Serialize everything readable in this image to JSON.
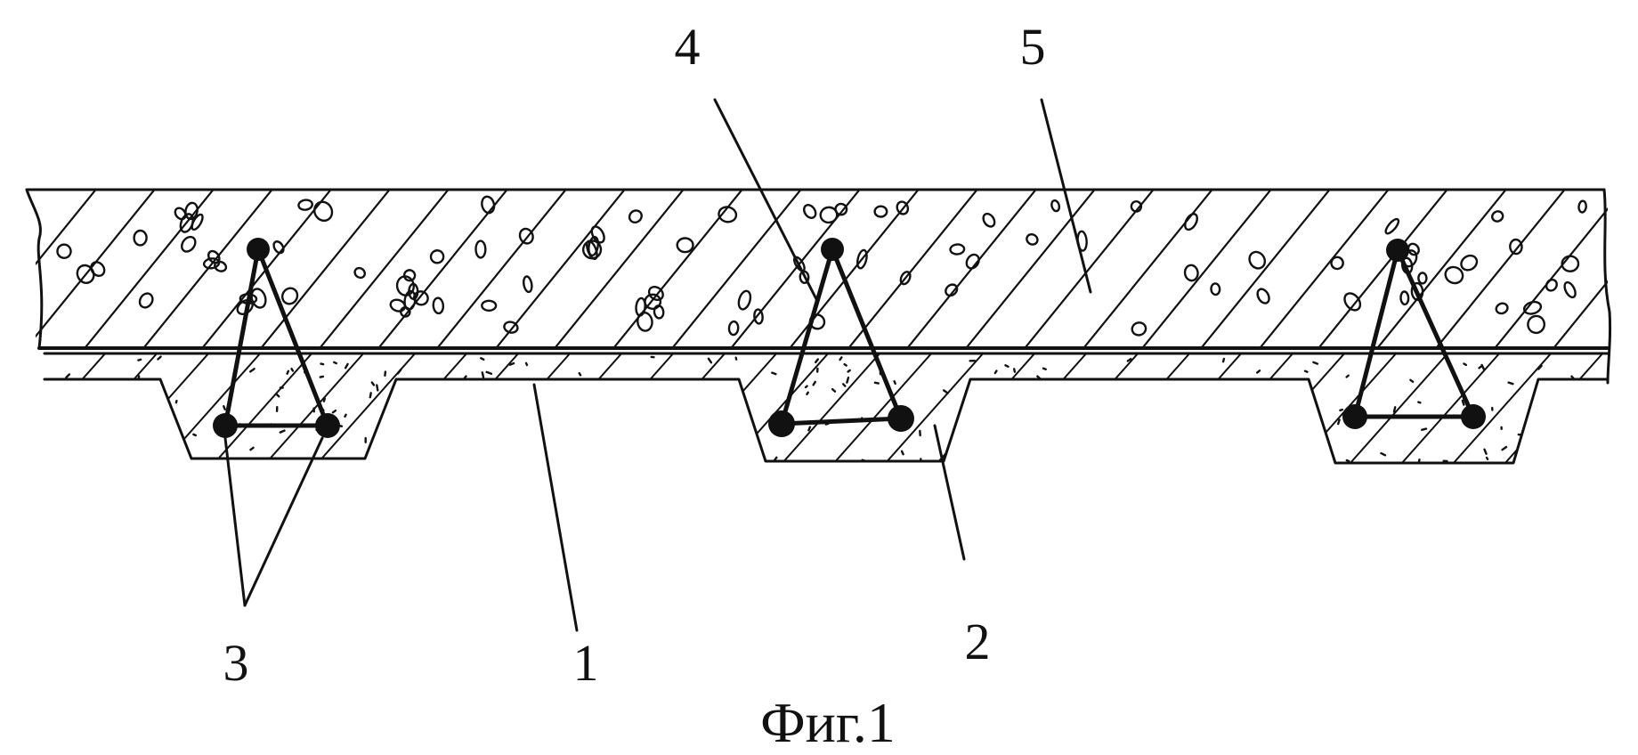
{
  "caption": "Фиг.1",
  "callouts": [
    {
      "id": "1",
      "text": "1"
    },
    {
      "id": "2",
      "text": "2"
    },
    {
      "id": "3",
      "text": "3"
    },
    {
      "id": "4",
      "text": "4"
    },
    {
      "id": "5",
      "text": "5"
    }
  ],
  "colors": {
    "ink": "#111111",
    "background": "#ffffff"
  }
}
